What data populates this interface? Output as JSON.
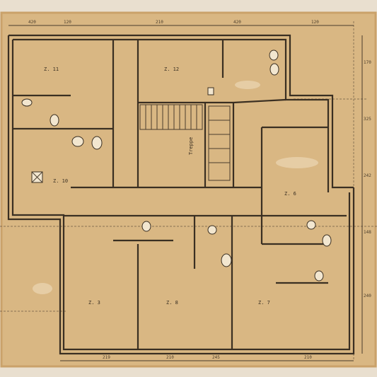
{
  "colors": {
    "paper": "#d9b783",
    "paper_edge": "#caa26a",
    "ink": "#3a2f22",
    "background": "#e9dfcf"
  },
  "rooms": {
    "r1": "Z. 11",
    "r2": "Z. 12",
    "r3": "Z. 10",
    "r4": "Z. 6",
    "r5": "Z. 3",
    "r6": "Z. 8",
    "r7": "Z. 7"
  },
  "corridor": "Treppe",
  "top_dims": [
    "420",
    "120",
    "210",
    "420",
    "120"
  ],
  "bottom_dims": [
    "219",
    "210",
    "245",
    "210"
  ],
  "side_dims": [
    "170",
    "325",
    "242",
    "148",
    "240"
  ]
}
